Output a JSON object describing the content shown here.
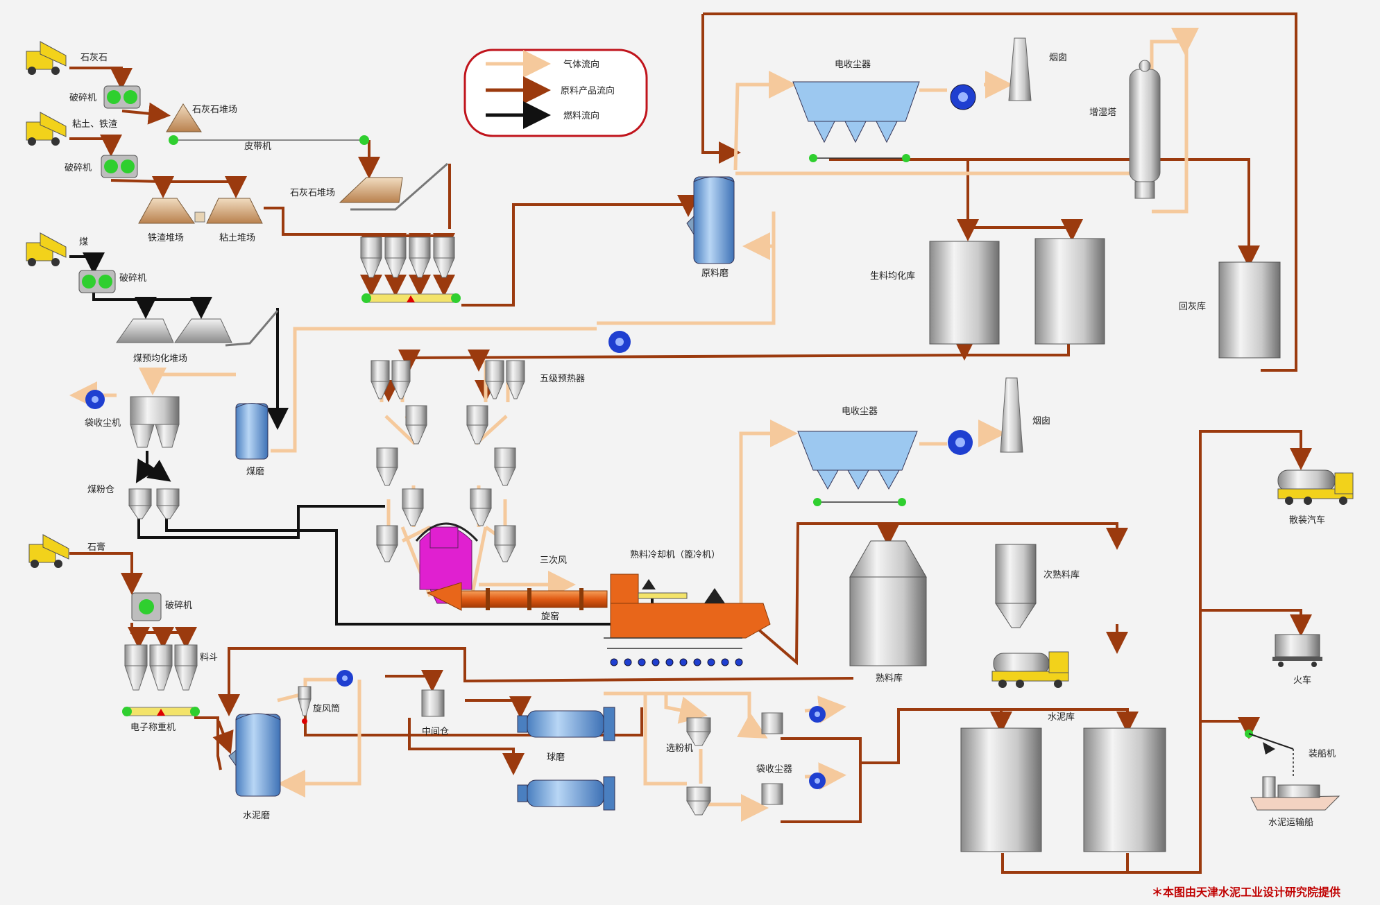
{
  "legend": {
    "gas_flow": "气体流向",
    "material_flow": "原料产品流向",
    "fuel_flow": "燃料流向"
  },
  "labels": {
    "limestone": "石灰石",
    "crusher_1": "破碎机",
    "limestone_yard_1": "石灰石堆场",
    "clay_iron": "粘土、铁渣",
    "belt": "皮带机",
    "crusher_2": "破碎机",
    "limestone_yard_2": "石灰石堆场",
    "iron_slag_yard": "铁渣堆场",
    "clay_yard": "粘土堆场",
    "coal": "煤",
    "crusher_3": "破碎机",
    "coal_homog_yard": "煤预均化堆场",
    "bag_filter_1": "袋收尘机",
    "coal_mill": "煤磨",
    "coal_powder_bin": "煤粉仓",
    "gypsum": "石膏",
    "crusher_4": "破碎机",
    "hopper": "料斗",
    "scale": "电子称重机",
    "cement_mill": "水泥磨",
    "cyclone": "旋风筒",
    "middle_bin": "中间仓",
    "ball_mill": "球磨",
    "separator": "选粉机",
    "bag_filter_2": "袋收尘器",
    "raw_mill": "原料磨",
    "esp_1": "电收尘器",
    "chimney_1": "烟囱",
    "humid_tower": "增湿塔",
    "raw_homog_silo": "生料均化库",
    "ash_silo": "回灰库",
    "preheater": "五级预热器",
    "tertiary_air": "三次风",
    "cooler": "熟料冷却机（篦冷机）",
    "kiln": "旋窑",
    "esp_2": "电收尘器",
    "chimney_2": "烟囱",
    "clinker_silo": "熟料库",
    "sub_clinker_silo": "次熟料库",
    "cement_silo": "水泥库",
    "bulk_truck": "散装汽车",
    "train": "火车",
    "ship_loader": "装船机",
    "cement_ship": "水泥运输船"
  },
  "credit": "＊本图由天津水泥工业设计研究院提供",
  "colors": {
    "gas": "#f5c99c",
    "material": "#9b3a0e",
    "fuel": "#111111",
    "legend_border": "#c0141c",
    "blue_equipment": "#7fb1e6",
    "silo_grey": "#b9b9b9",
    "kiln_orange": "#e8661a",
    "pink": "#e020d0"
  }
}
